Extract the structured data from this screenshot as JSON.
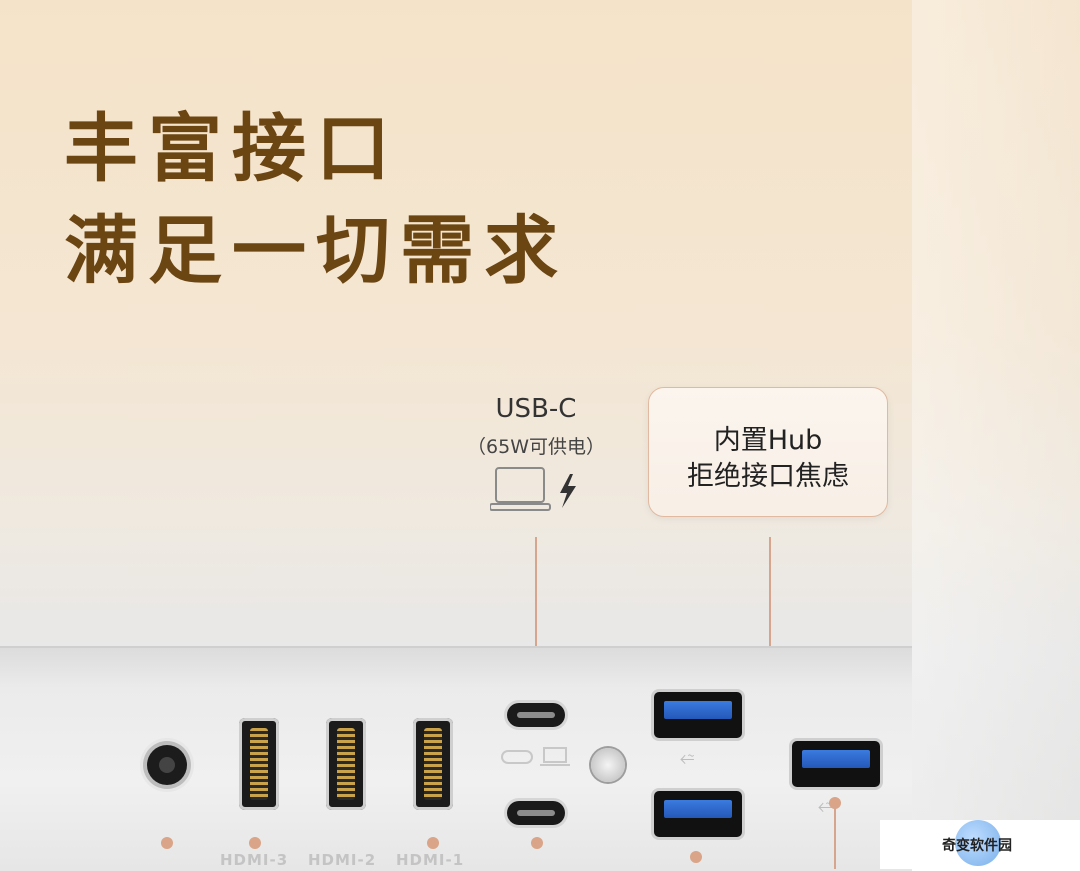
{
  "headline": {
    "line1": "丰富接口",
    "line2": "满足一切需求"
  },
  "usbc_callout": {
    "title": "USB-C",
    "subtitle": "（65W可供电）",
    "icons": [
      "laptop-icon",
      "lightning-icon"
    ]
  },
  "hub_callout": {
    "line1": "内置Hub",
    "line2": "拒绝接口焦虑"
  },
  "port_labels": {
    "hdmi3": "HDMI-3",
    "hdmi2": "HDMI-2",
    "hdmi1": "HDMI-1"
  },
  "watermark": {
    "text": "奇变软件园"
  },
  "colors": {
    "headline": "#6b4512",
    "accent_line": "#d7a58e",
    "usb_blue": "#2f6fd6"
  }
}
